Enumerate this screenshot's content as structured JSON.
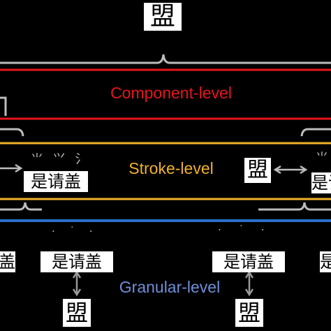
{
  "top": {
    "glyph": "盟"
  },
  "levels": {
    "component": {
      "label": "Component-level",
      "color": "#e8141c"
    },
    "stroke": {
      "label": "Stroke-level",
      "color": "#f2b12a"
    },
    "granular": {
      "label": "Granular-level",
      "color": "#6f8fd9"
    }
  },
  "band_color": "#2a6fc9",
  "chars": {
    "phrase": "是请盖",
    "phrase_partial": "盖",
    "target": "盟"
  }
}
